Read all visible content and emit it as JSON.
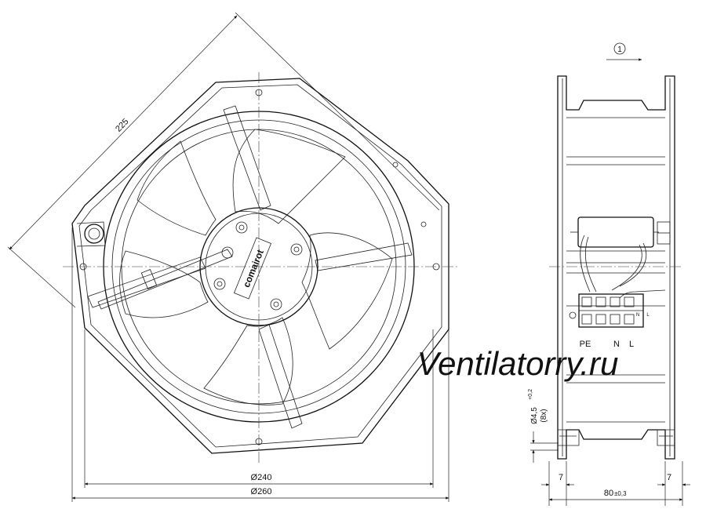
{
  "dimensions": {
    "diag": "225",
    "d240": "Ø240",
    "d260": "Ø260",
    "hole_main": "Ø4,5",
    "hole_tol": "+0,2",
    "hole_count": "(8x)",
    "side_left": "7",
    "side_right": "7",
    "depth_main": "80",
    "depth_tol": "±0,3"
  },
  "flow": {
    "number": "1"
  },
  "brand": {
    "logo": "comairot"
  },
  "terminals": {
    "pe": "PE",
    "n": "N",
    "l": "L",
    "n_small": "N",
    "l_small": "L"
  },
  "watermark": "Ventilatorry.ru"
}
